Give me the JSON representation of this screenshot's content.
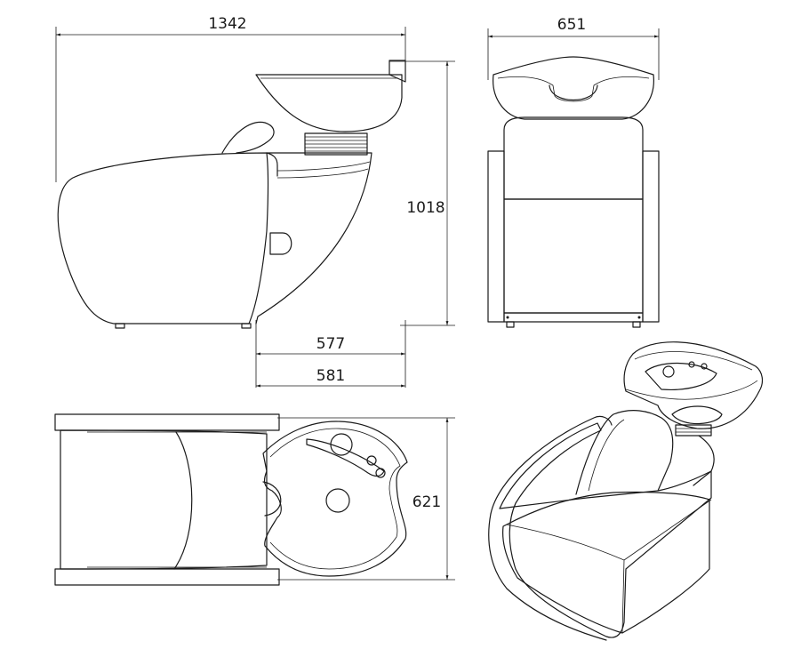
{
  "dimensions": {
    "side_width": "1342",
    "front_width": "651",
    "height": "1018",
    "seat_depth_a": "577",
    "seat_depth_b": "581",
    "top_depth": "621"
  },
  "views": [
    "side-view",
    "front-view",
    "top-view",
    "perspective-view"
  ],
  "colors": {
    "line": "#1a1a1a",
    "background": "#ffffff"
  }
}
